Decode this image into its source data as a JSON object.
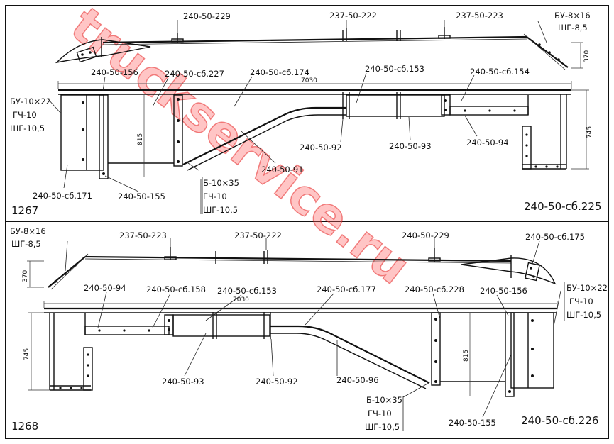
{
  "watermark": "truckservice.ru",
  "panel_top": {
    "sheet_number": "1267",
    "assembly_code": "240-50-сб.225",
    "overall_length": "7030",
    "dim_height_right": "745",
    "dim_height_left": "815",
    "dim_handrail": "370",
    "parts": {
      "p229": "240-50-229",
      "p222": "237-50-222",
      "p223": "237-50-223",
      "p156": "240-50-156",
      "p227": "240-50-сб.227",
      "p174": "240-50-сб.174",
      "p153": "240-50-сб.153",
      "p154": "240-50-сб.154",
      "p92": "240-50-92",
      "p93": "240-50-93",
      "p94": "240-50-94",
      "p91": "240-50-91",
      "p155": "240-50-155",
      "p171": "240-50-сб.171"
    },
    "fasteners_right": [
      "БУ-8×16",
      "ШГ-8,5"
    ],
    "fasteners_left": [
      "БУ-10×22",
      "ГЧ-10",
      "ШГ-10,5"
    ],
    "fasteners_bottom": [
      "Б-10×35",
      "ГЧ-10",
      "ШГ-10,5"
    ]
  },
  "panel_bottom": {
    "sheet_number": "1268",
    "assembly_code": "240-50-сб.226",
    "overall_length": "7030",
    "dim_height_left": "745",
    "dim_height_right": "815",
    "dim_handrail": "370",
    "parts": {
      "p223": "237-50-223",
      "p222": "237-50-222",
      "p229": "240-50-229",
      "p175": "240-50-сб.175",
      "p94": "240-50-94",
      "p158": "240-50-сб.158",
      "p153": "240-50-сб.153",
      "p177": "240-50-сб.177",
      "p228": "240-50-сб.228",
      "p156": "240-50-156",
      "p93": "240-50-93",
      "p92": "240-50-92",
      "p96": "240-50-96",
      "p155": "240-50-155"
    },
    "fasteners_left": [
      "БУ-8×16",
      "ШГ-8,5"
    ],
    "fasteners_right": [
      "БУ-10×22",
      "ГЧ-10",
      "ШГ-10,5"
    ],
    "fasteners_bottom": [
      "Б-10×35",
      "ГЧ-10",
      "ШГ-10,5"
    ]
  }
}
